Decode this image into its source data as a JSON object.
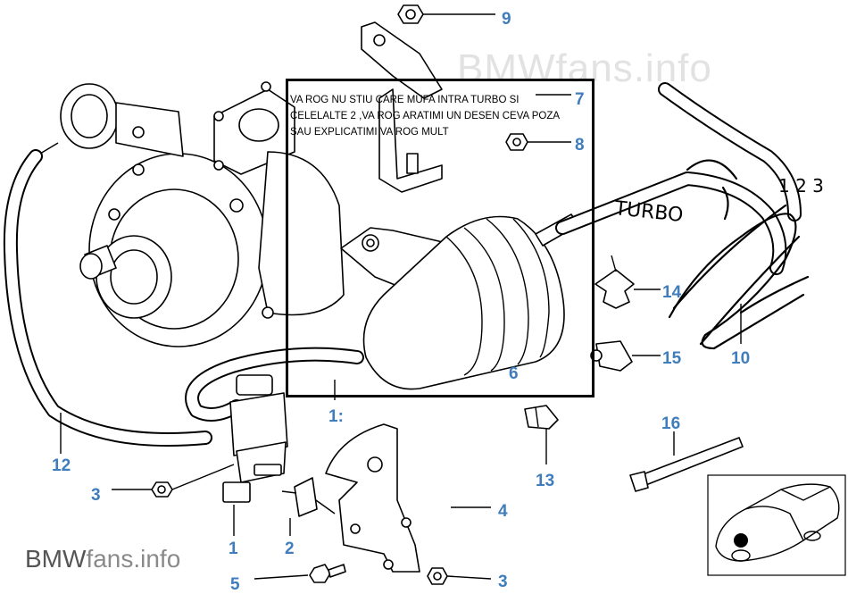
{
  "watermark": {
    "top": "BMWfans.info",
    "bottom_brand": "BMW",
    "bottom_rest": "fans.info"
  },
  "note": {
    "line1": "VA ROG NU STIU CARE MUFA INTRA TURBO SI",
    "line2": "CELELALTE 2 ,VA ROG ARATIMI UN DESEN CEVA POZA",
    "line3": "SAU EXPLICATIMI VA ROG MULT"
  },
  "handwriting": {
    "turbo": "TURBO",
    "marks": "1 2 3"
  },
  "callouts": [
    {
      "id": "n9",
      "label": "9"
    },
    {
      "id": "n7",
      "label": "7"
    },
    {
      "id": "n8",
      "label": "8"
    },
    {
      "id": "n6",
      "label": "6"
    },
    {
      "id": "n14",
      "label": "14"
    },
    {
      "id": "n15",
      "label": "15"
    },
    {
      "id": "n10",
      "label": "10"
    },
    {
      "id": "n16",
      "label": "16"
    },
    {
      "id": "n13",
      "label": "13"
    },
    {
      "id": "n11",
      "label": "1:"
    },
    {
      "id": "n12",
      "label": "12"
    },
    {
      "id": "n3a",
      "label": "3"
    },
    {
      "id": "n4",
      "label": "4"
    },
    {
      "id": "n1",
      "label": "1"
    },
    {
      "id": "n2",
      "label": "2"
    },
    {
      "id": "n5",
      "label": "5"
    },
    {
      "id": "n3b",
      "label": "3"
    }
  ],
  "colors": {
    "callout": "#3f7dbd",
    "watermark": "#e2e2e2",
    "annotation_box": "#000000"
  }
}
